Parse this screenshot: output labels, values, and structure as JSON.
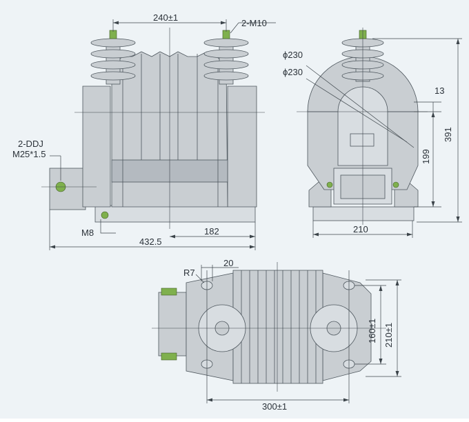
{
  "labels": {
    "front_top_spacing": "240±1",
    "front_terminal": "2-M10",
    "front_ddj_line1": "2-DDJ",
    "front_ddj_line2": "M25*1.5",
    "front_ground": "M8",
    "front_width_right": "182",
    "front_total_width": "432.5",
    "side_dia1": "ϕ230",
    "side_dia2": "ϕ230",
    "side_13": "13",
    "side_199": "199",
    "side_391": "391",
    "side_width": "210",
    "top_radius": "R7",
    "top_20": "20",
    "top_160": "160±1",
    "top_210": "210±1",
    "top_300": "300±1"
  }
}
